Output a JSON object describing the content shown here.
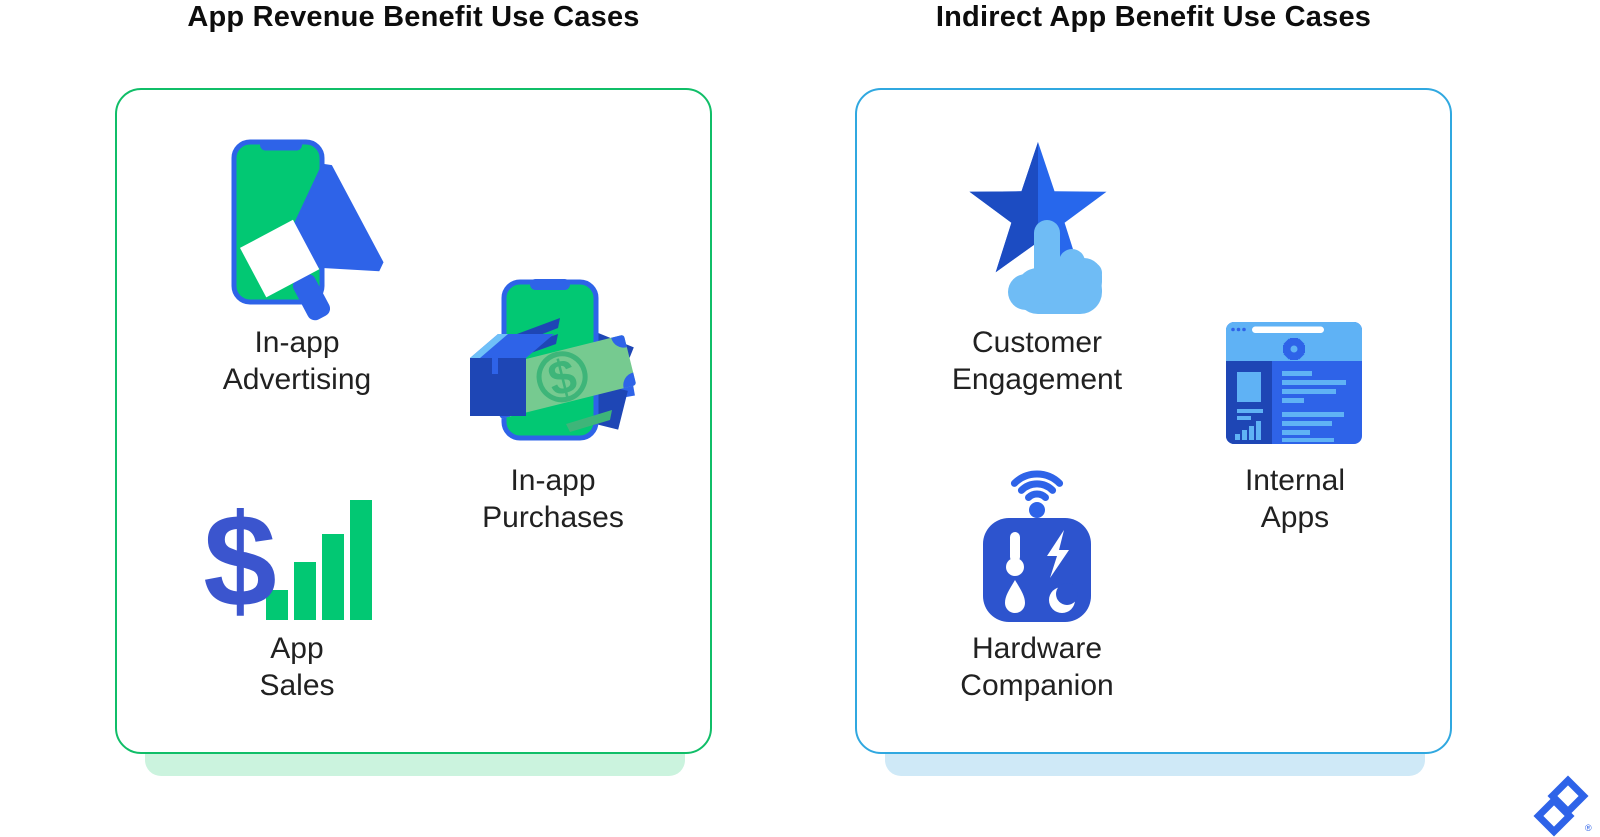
{
  "page": {
    "background": "#ffffff"
  },
  "panels": [
    {
      "title": "App Revenue Benefit Use Cases",
      "accent_color": "#10be68",
      "shadow_color": "#cbf3de",
      "items": [
        {
          "icon": "in-app-advertising-icon",
          "label": [
            "In-app",
            "Advertising"
          ]
        },
        {
          "icon": "in-app-purchases-icon",
          "label": [
            "In-app",
            "Purchases"
          ]
        },
        {
          "icon": "app-sales-icon",
          "label": [
            "App",
            "Sales"
          ]
        }
      ]
    },
    {
      "title": "Indirect App Benefit Use Cases",
      "accent_color": "#30a8e0",
      "shadow_color": "#cfe9f7",
      "items": [
        {
          "icon": "customer-engagement-icon",
          "label": [
            "Customer",
            "Engagement"
          ]
        },
        {
          "icon": "internal-apps-icon",
          "label": [
            "Internal",
            "Apps"
          ]
        },
        {
          "icon": "hardware-companion-icon",
          "label": [
            "Hardware",
            "Companion"
          ]
        }
      ]
    }
  ],
  "colors": {
    "primary_blue": "#2e63e8",
    "green": "#02c873",
    "navy": "#1e46b5",
    "indigo": "#2d54ce",
    "light_blue": "#5fb2f5",
    "hand_blue": "#6fbcf5",
    "bill_green": "#76ca90",
    "text": "#212121"
  },
  "branding": {
    "logo": "toptal-logo"
  }
}
